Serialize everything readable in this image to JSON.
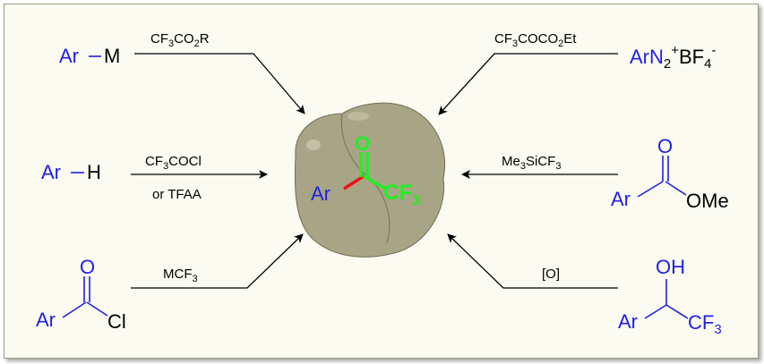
{
  "colors": {
    "blue": "#1f1fe6",
    "green": "#22ee22",
    "red": "#ee1111",
    "blob": "#a8a586",
    "frame_bg": "#fbfbf1"
  },
  "center": {
    "ar": "Ar",
    "carbonyl_o": "O",
    "cf": "CF",
    "cf_sub": "3"
  },
  "routes": {
    "top_left": {
      "sm_a": "Ar",
      "sm_b": "M",
      "reagent": [
        "CF",
        "3",
        "CO",
        "2",
        "R"
      ]
    },
    "top_right": {
      "sm_a": "ArN",
      "sm_sub": "2",
      "sm_sup": "+",
      "sm_b": "BF",
      "sm_sub2": "4",
      "sm_sup2": "-",
      "reagent": [
        "CF",
        "3",
        "COCO",
        "2",
        "Et"
      ]
    },
    "mid_left": {
      "sm_a": "Ar",
      "sm_b": "H",
      "reagent_line1": [
        "CF",
        "3",
        "COCl"
      ],
      "reagent_line2": "or TFAA"
    },
    "mid_right": {
      "sm_ar": "Ar",
      "sm_o": "O",
      "sm_ome": "OMe",
      "reagent": [
        "Me",
        "3",
        "SiCF",
        "3"
      ]
    },
    "bot_left": {
      "sm_ar": "Ar",
      "sm_o": "O",
      "sm_cl": "Cl",
      "reagent": [
        "MCF",
        "3"
      ]
    },
    "bot_right": {
      "sm_ar": "Ar",
      "sm_oh": "OH",
      "sm_cf": "CF",
      "sm_cf_sub": "3",
      "reagent": "[O]"
    }
  }
}
